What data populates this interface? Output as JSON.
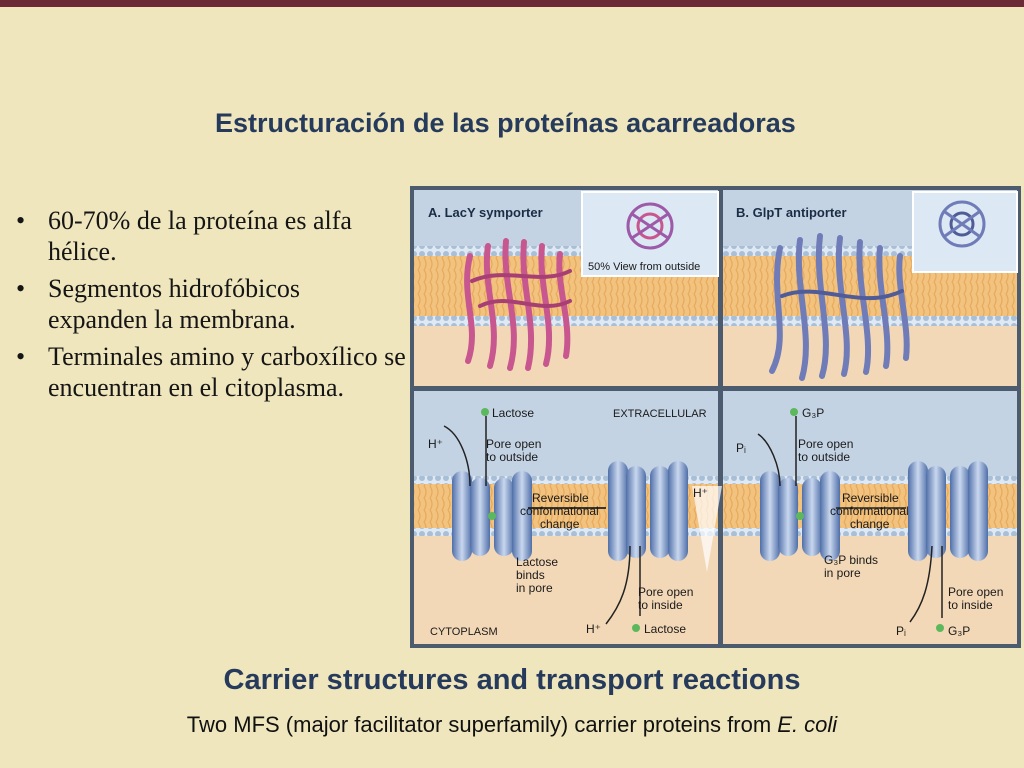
{
  "slide": {
    "title": "Estructuración de las proteínas acarreadoras",
    "bullets": [
      {
        "marker": "•",
        "text": "60-70% de la proteína es alfa hélice."
      },
      {
        "marker": "•",
        "text": "Segmentos hidrofóbicos expanden la membrana."
      },
      {
        "marker": "•",
        "text": "Terminales amino y carboxílico se encuentran en el citoplasma."
      }
    ]
  },
  "figure": {
    "panel_a_title": "A. LacY symporter",
    "panel_a_inset": "50% View from outside",
    "panel_b_title": "B. GlpT antiporter",
    "extracellular": "EXTRACELLULAR",
    "cytoplasm": "CYTOPLASM",
    "left": {
      "substrate_top": "Lactose",
      "ion_top": "H⁺",
      "pore_outside": "Pore open to outside",
      "reversible": "Reversible conformational change",
      "gradient_ion": "H⁺",
      "binds": "Lactose binds in pore",
      "pore_inside": "Pore open to inside",
      "ion_bottom": "H⁺",
      "substrate_bottom": "Lactose"
    },
    "right": {
      "substrate_top": "G₃P",
      "ion_top": "Pᵢ",
      "pore_outside": "Pore open to outside",
      "reversible": "Reversible conformational change",
      "binds": "G₃P binds in pore",
      "pore_inside": "Pore open to inside",
      "ion_bottom": "Pᵢ",
      "substrate_bottom": "G₃P"
    },
    "colors": {
      "lacy": "#c8578f",
      "glpt": "#6f7cb8",
      "membrane": "#f2c27f",
      "water_top": "#c4d3e3",
      "cytoplasm": "#f3d8b7",
      "substrate": "#5cb85c"
    }
  },
  "captions": {
    "main": "Carrier structures and transport reactions",
    "sub_prefix": "Two MFS (major facilitator superfamily) carrier proteins from ",
    "sub_italic": "E. coli"
  }
}
